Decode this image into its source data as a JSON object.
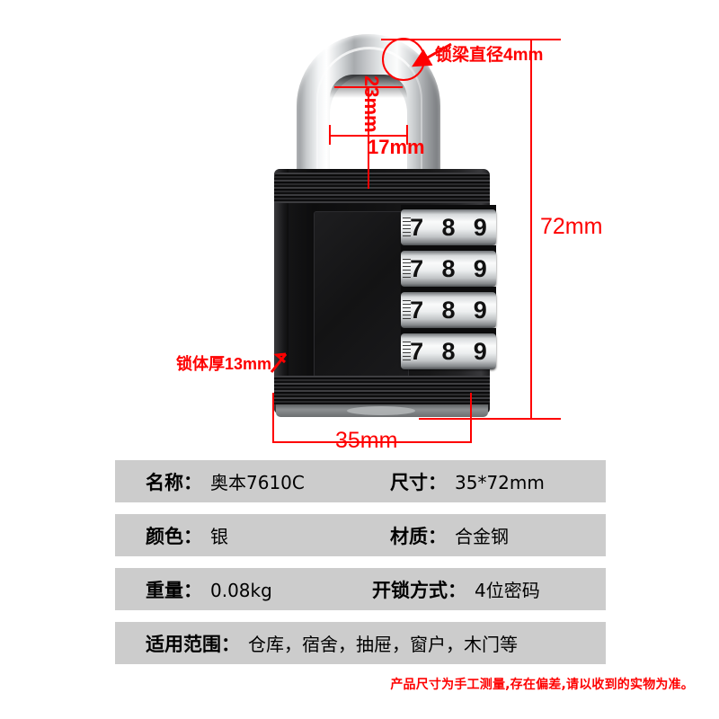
{
  "product_photo": {
    "alt": "black combination padlock with steel shackle",
    "dial_count": 4,
    "dial_digits": [
      "7",
      "8",
      "9"
    ],
    "colors": {
      "body": "#111112",
      "shackle": "#d7dadc",
      "annotation": "#fe0000",
      "table_row": "#cccccc"
    }
  },
  "annotations": {
    "shackle_diameter": "锁梁直径4mm",
    "shackle_clearance_height": "23mm",
    "shackle_inner_width": "17mm",
    "overall_height": "72mm",
    "body_thickness": "锁体厚13mm",
    "overall_width": "35mm"
  },
  "spec_table": {
    "rows": [
      {
        "left": {
          "label": "名称：",
          "value": "奥本7610C"
        },
        "right": {
          "label": "尺寸：",
          "value": "35*72mm"
        }
      },
      {
        "left": {
          "label": "颜色：",
          "value": "银"
        },
        "right": {
          "label": "材质：",
          "value": "合金钢"
        }
      },
      {
        "left": {
          "label": "重量：",
          "value": "0.08kg"
        },
        "right": {
          "label": "开锁方式：",
          "value": "4位密码"
        }
      }
    ],
    "wide_row": {
      "label": "适用范围：",
      "value": "仓库，宿舍，抽屉，窗户，木门等"
    }
  },
  "disclaimer": "产品尺寸为手工测量,存在偏差,请以收到的实物为准。"
}
